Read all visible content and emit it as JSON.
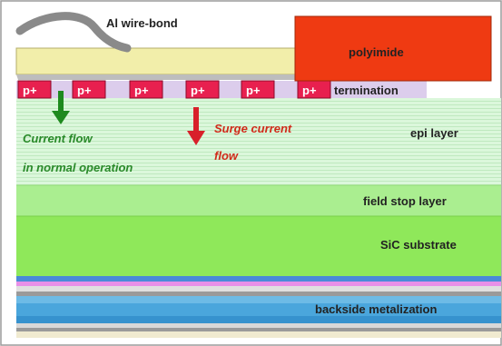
{
  "labels": {
    "wire_bond": "Al wire-bond",
    "polyimide": "polyimide",
    "termination": "termination",
    "epi_layer": "epi layer",
    "field_stop": "field stop layer",
    "substrate": "SiC substrate",
    "backside": "backside metalization",
    "current_line1": "Current flow",
    "current_line2": "in normal operation",
    "surge_line1": "Surge current",
    "surge_line2": "flow"
  },
  "p_regions": [
    "p+",
    "p+",
    "p+",
    "p+",
    "p+",
    "p+"
  ],
  "colors": {
    "polyimide": "#ef3a12",
    "aluminium_pad": "#f2eeaa",
    "termination": "#d8c8e8",
    "p_plus": "#e8204f",
    "epi": "#d6f5d6",
    "field_stop": "#a9ee8e",
    "substrate": "#8fe85a",
    "current_arrow": "#1e8a1e",
    "surge_arrow": "#d8202a",
    "metal_blue": "#3fa0d8"
  }
}
